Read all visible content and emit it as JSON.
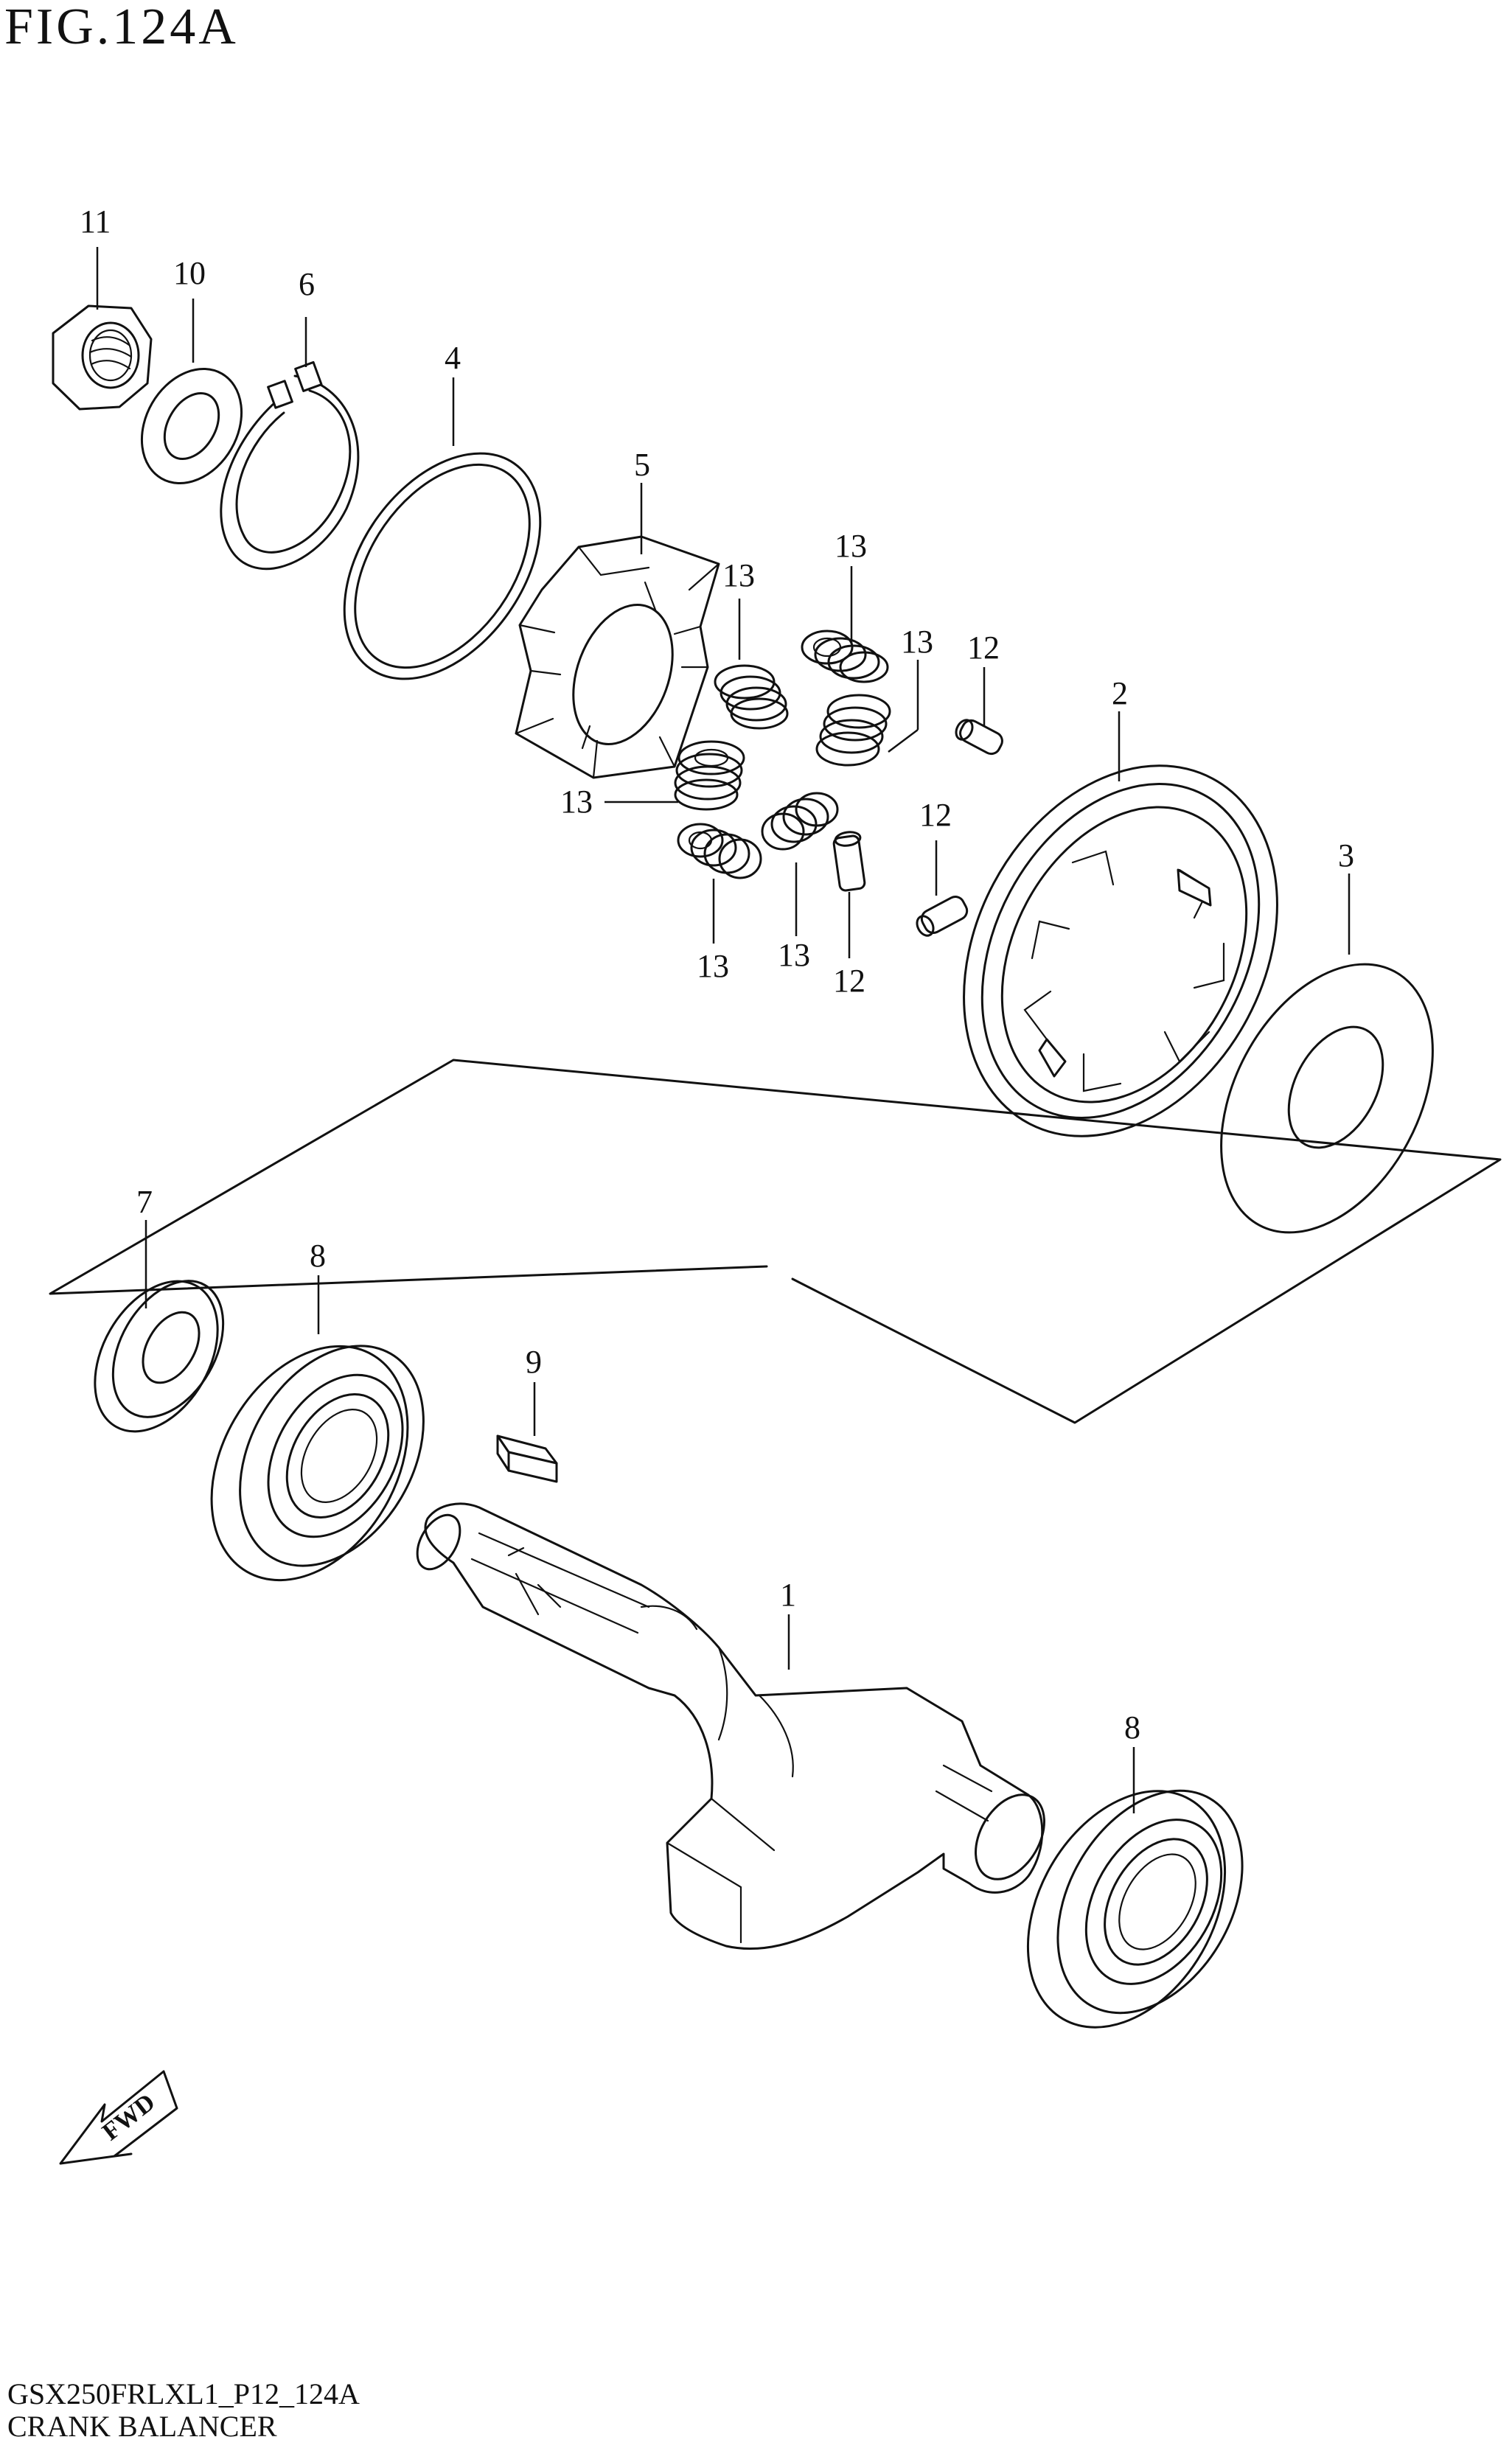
{
  "figure_title": "FIG.124A",
  "model_code": "GSX250FRLXL1_P12_124A",
  "subtitle": "CRANK BALANCER",
  "fwd_label": "FWD",
  "labels": {
    "p1": "1",
    "p2": "2",
    "p3": "3",
    "p4": "4",
    "p5": "5",
    "p6": "6",
    "p7": "7",
    "p8a": "8",
    "p8b": "8",
    "p9": "9",
    "p10": "10",
    "p11": "11",
    "p12a": "12",
    "p12b": "12",
    "p12c": "12",
    "p13a": "13",
    "p13b": "13",
    "p13c": "13",
    "p13d": "13",
    "p13e": "13",
    "p13f": "13"
  },
  "colors": {
    "line": "#111111",
    "background": "#ffffff"
  }
}
